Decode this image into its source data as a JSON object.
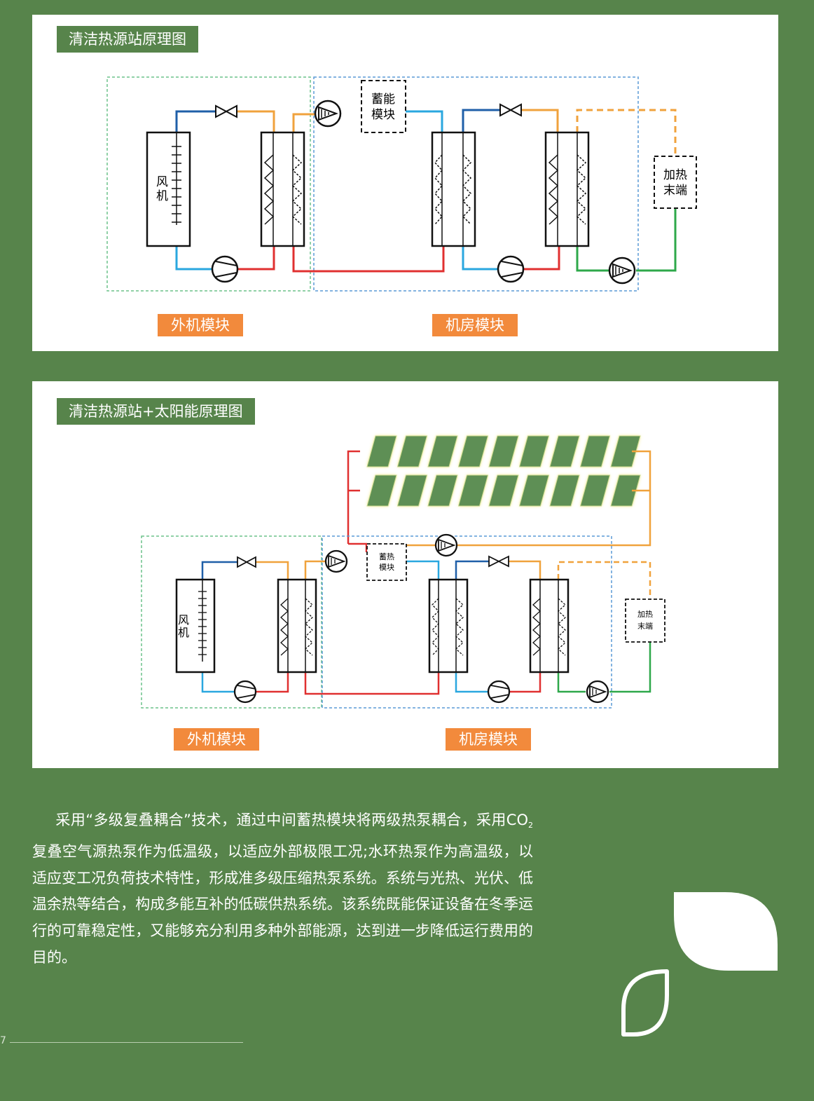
{
  "diagram1": {
    "title": "清洁热源站原理图",
    "fan_label": "风机",
    "storage_label": "蓄能模块",
    "terminal_label": "加热末端",
    "outdoor_module_label": "外机模块",
    "machine_room_label": "机房模块"
  },
  "diagram2": {
    "title": "清洁热源站+太阳能原理图",
    "fan_label": "风机",
    "storage_label": "蓄热模块",
    "terminal_label": "加热末端",
    "outdoor_module_label": "外机模块",
    "machine_room_label": "机房模块",
    "solar_panel_rows": 2,
    "solar_panels_per_row": 9
  },
  "description": {
    "part1": "采用“多级复叠耦合”技术，通过中间蓄热模块将两级热泵耦合，采用CO",
    "subscript": "2",
    "part2": "复叠空气源热泵作为低温级，以适应外部极限工况;水环热泵作为高温级，以适应变工况负荷技术特性，形成准多级压缩热泵系统。系统与光热、光伏、低温余热等结合，构成多能互补的低碳供热系统。该系统既能保证设备在冬季运行的可靠稳定性，又能够充分利用多种外部能源，达到进一步降低运行费用的目的。"
  },
  "page_number": "7",
  "colors": {
    "background": "#57844b",
    "label_orange": "#f28a3c",
    "pipe_blue": "#1f5fa8",
    "pipe_lightblue": "#2aa7df",
    "pipe_orange": "#f0a23c",
    "pipe_red": "#e03030",
    "pipe_green": "#2ea84a",
    "outdoor_border": "#6cc28a",
    "room_border": "#5a9ad6",
    "solar_panel": "#5e8f55",
    "solar_glow": "#f3e98a"
  }
}
